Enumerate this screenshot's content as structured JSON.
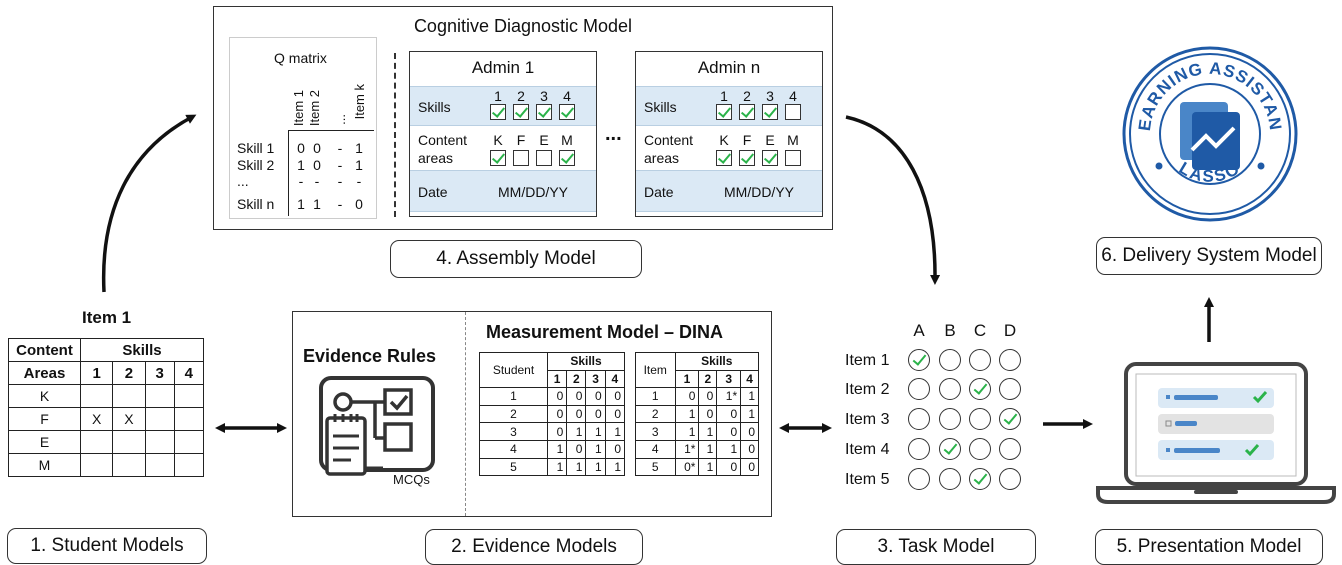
{
  "colors": {
    "accent_green": "#2bb34a",
    "band_blue": "#dbe9f5",
    "logo_blue": "#1f5aa6"
  },
  "cdm": {
    "title": "Cognitive Diagnostic Model",
    "q_matrix": {
      "title": "Q matrix",
      "columns": [
        "Item 1",
        "Item 2",
        "...",
        "Item k"
      ],
      "rows": [
        {
          "label": "Skill 1",
          "cells": [
            "0",
            "0",
            "-",
            "1"
          ]
        },
        {
          "label": "Skill 2",
          "cells": [
            "1",
            "0",
            "-",
            "1"
          ]
        },
        {
          "label": "...",
          "cells": [
            "-",
            "-",
            "-",
            "-"
          ]
        },
        {
          "label": "Skill n",
          "cells": [
            "1",
            "1",
            "-",
            "0"
          ]
        }
      ]
    },
    "ellipsis": "...",
    "admins": [
      {
        "title": "Admin 1",
        "skills_label": "Skills",
        "skill_numbers": [
          "1",
          "2",
          "3",
          "4"
        ],
        "skills_checked": [
          true,
          true,
          true,
          true
        ],
        "content_label_1": "Content",
        "content_label_2": "areas",
        "content_letters": [
          "K",
          "F",
          "E",
          "M"
        ],
        "content_checked": [
          true,
          false,
          false,
          true
        ],
        "date_label": "Date",
        "date_value": "MM/DD/YY"
      },
      {
        "title": "Admin n",
        "skills_label": "Skills",
        "skill_numbers": [
          "1",
          "2",
          "3",
          "4"
        ],
        "skills_checked": [
          true,
          true,
          true,
          false
        ],
        "content_label_1": "Content",
        "content_label_2": "areas",
        "content_letters": [
          "K",
          "F",
          "E",
          "M"
        ],
        "content_checked": [
          true,
          true,
          true,
          false
        ],
        "date_label": "Date",
        "date_value": "MM/DD/YY"
      }
    ]
  },
  "captions": {
    "assembly": "4. Assembly Model",
    "delivery": "6. Delivery System Model",
    "student": "1. Student Models",
    "evidence": "2. Evidence Models",
    "task": "3. Task Model",
    "presentation": "5. Presentation Model"
  },
  "logo": {
    "top_text": "LEARNING ASSISTANT",
    "bottom_text": "LASSO"
  },
  "student_model": {
    "title": "Item 1",
    "header_content": "Content",
    "header_areas": "Areas",
    "header_skills": "Skills",
    "skill_numbers": [
      "1",
      "2",
      "3",
      "4"
    ],
    "rows": [
      {
        "area": "K",
        "cells": [
          "",
          "",
          "",
          ""
        ]
      },
      {
        "area": "F",
        "cells": [
          "X",
          "X",
          "",
          ""
        ]
      },
      {
        "area": "E",
        "cells": [
          "",
          "",
          "",
          ""
        ]
      },
      {
        "area": "M",
        "cells": [
          "",
          "",
          "",
          ""
        ]
      }
    ]
  },
  "evidence": {
    "rules_title": "Evidence Rules",
    "mcq_label": "MCQs",
    "measurement_title": "Measurement Model – DINA",
    "student_table": {
      "row_header": "Student",
      "skills_header": "Skills",
      "skill_numbers": [
        "1",
        "2",
        "3",
        "4"
      ],
      "rows": [
        {
          "id": "1",
          "cells": [
            "0",
            "0",
            "0",
            "0"
          ]
        },
        {
          "id": "2",
          "cells": [
            "0",
            "0",
            "0",
            "0"
          ]
        },
        {
          "id": "3",
          "cells": [
            "0",
            "1",
            "1",
            "1"
          ]
        },
        {
          "id": "4",
          "cells": [
            "1",
            "0",
            "1",
            "0"
          ]
        },
        {
          "id": "5",
          "cells": [
            "1",
            "1",
            "1",
            "1"
          ]
        }
      ]
    },
    "item_table": {
      "row_header": "Item",
      "skills_header": "Skills",
      "skill_numbers": [
        "1",
        "2",
        "3",
        "4"
      ],
      "rows": [
        {
          "id": "1",
          "cells": [
            "0",
            "0",
            "1*",
            "1"
          ]
        },
        {
          "id": "2",
          "cells": [
            "1",
            "0",
            "0",
            "1"
          ]
        },
        {
          "id": "3",
          "cells": [
            "1",
            "1",
            "0",
            "0"
          ]
        },
        {
          "id": "4",
          "cells": [
            "1*",
            "1",
            "1",
            "0"
          ]
        },
        {
          "id": "5",
          "cells": [
            "0*",
            "1",
            "0",
            "0"
          ]
        }
      ]
    }
  },
  "task_model": {
    "options": [
      "A",
      "B",
      "C",
      "D"
    ],
    "items": [
      {
        "label": "Item 1",
        "selected": 0
      },
      {
        "label": "Item 2",
        "selected": 2
      },
      {
        "label": "Item 3",
        "selected": 3
      },
      {
        "label": "Item 4",
        "selected": 1
      },
      {
        "label": "Item 5",
        "selected": 2
      }
    ]
  }
}
